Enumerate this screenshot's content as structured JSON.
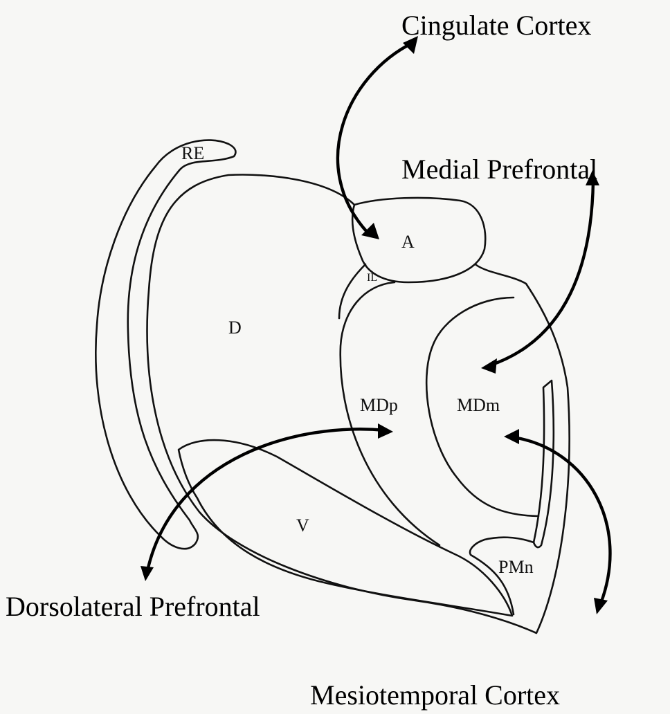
{
  "regions": {
    "re": "RE",
    "a": "A",
    "il": "IL",
    "d": "D",
    "mdp": "MDp",
    "mdm": "MDm",
    "v": "V",
    "pmn": "PMn"
  },
  "cortical_targets": {
    "cingulate": "Cingulate Cortex",
    "medial_prefrontal": "Medial Prefrontal",
    "dorsolateral_prefrontal": "Dorsolateral Prefrontal",
    "mesiotemporal": "Mesiotemporal Cortex"
  }
}
